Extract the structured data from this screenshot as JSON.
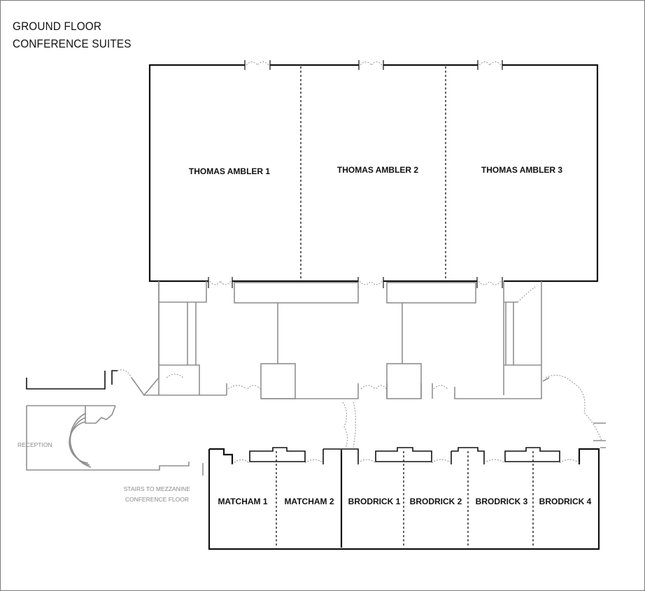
{
  "header": {
    "title_line1": "GROUND FLOOR",
    "title_line2": "CONFERENCE SUITES"
  },
  "rooms": {
    "thomas_ambler_1": "THOMAS AMBLER 1",
    "thomas_ambler_2": "THOMAS AMBLER 2",
    "thomas_ambler_3": "THOMAS AMBLER 3",
    "matcham_1": "MATCHAM 1",
    "matcham_2": "MATCHAM 2",
    "brodrick_1": "BRODRICK 1",
    "brodrick_2": "BRODRICK 2",
    "brodrick_3": "BRODRICK 3",
    "brodrick_4": "BRODRICK 4"
  },
  "labels": {
    "reception": "RECEPTION",
    "stairs_line1": "STAIRS TO MEZZANINE",
    "stairs_line2": "CONFERENCE FLOOR"
  },
  "colors": {
    "walls": "#111111",
    "corridors": "#8f8f8f",
    "labels_secondary": "#8a8a8a"
  }
}
